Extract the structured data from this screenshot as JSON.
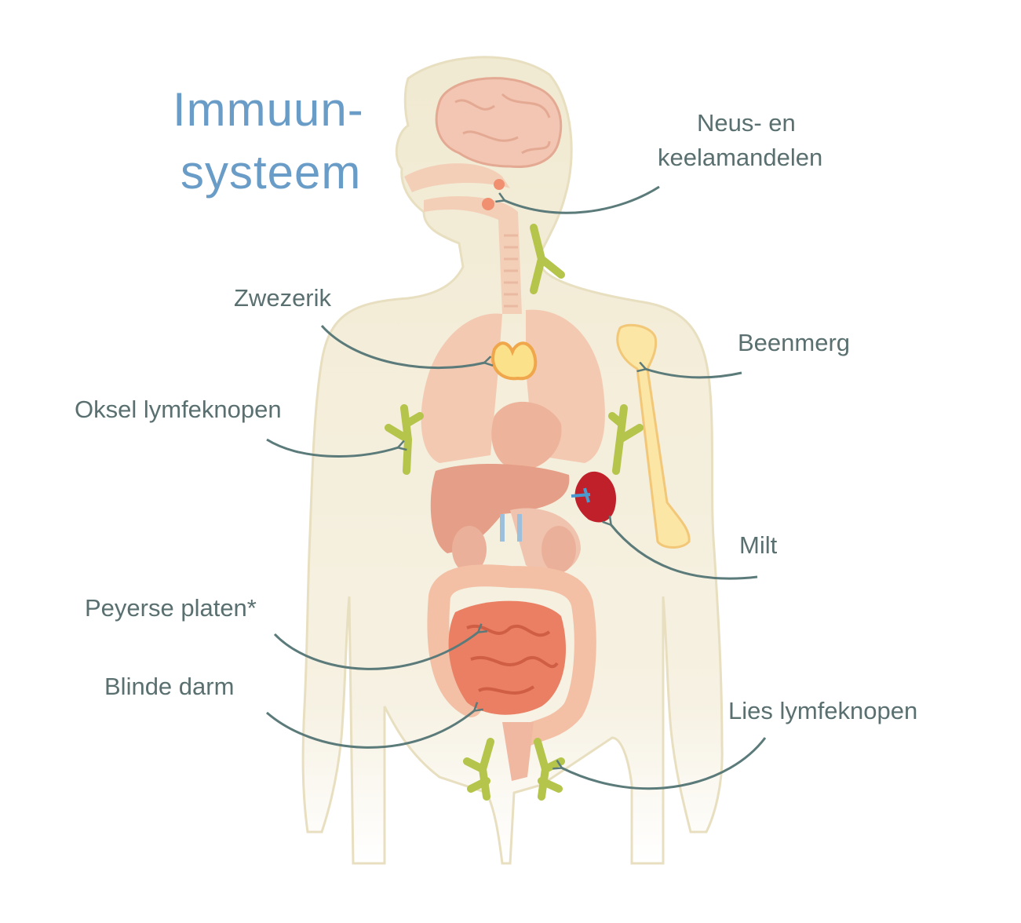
{
  "title": {
    "line1": "Immuun-",
    "line2": "systeem"
  },
  "labels": {
    "tonsils_line1": "Neus- en",
    "tonsils_line2": "keelamandelen",
    "thymus": "Zwezerik",
    "bone_marrow": "Beenmerg",
    "axillary_nodes": "Oksel lymfeknopen",
    "spleen": "Milt",
    "peyers_patches": "Peyerse platen*",
    "appendix": "Blinde darm",
    "inguinal_nodes": "Lies lymfeknopen"
  },
  "colors": {
    "title": "#6a9cc8",
    "label": "#5a7070",
    "arrow": "#5b7a7a",
    "body": "#f3ecd6",
    "lymph": "#b5c44a",
    "bone": "#fbe6a6",
    "spleen": "#c0202a"
  }
}
